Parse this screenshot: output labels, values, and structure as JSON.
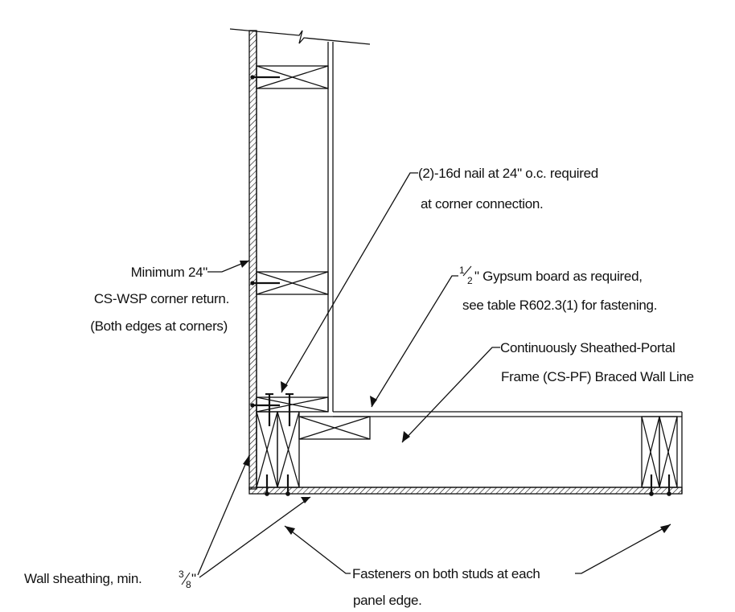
{
  "labels": {
    "nail_line1": "(2)-16d nail at 24\" o.c. required",
    "nail_line2": "at corner connection.",
    "gyp_frac_num": "1",
    "gyp_frac_den": "2",
    "gyp_line1": "\" Gypsum board as required,",
    "gyp_line2": "see table R602.3(1) for fastening.",
    "min_line1": "Minimum 24\"",
    "min_line2": "CS-WSP corner return.",
    "min_line3": "(Both edges at corners)",
    "cs_line1": "Continuously Sheathed-Portal",
    "cs_line2": "Frame (CS-PF) Braced Wall Line",
    "sheath_text": "Wall sheathing, min. ",
    "sheath_frac_num": "3",
    "sheath_frac_den": "8",
    "sheath_inch": "\"",
    "fast_line1": "Fasteners on both studs at each",
    "fast_line2": "panel edge."
  },
  "colors": {
    "line": "#111111",
    "hatch": "#111111",
    "background": "#ffffff"
  }
}
